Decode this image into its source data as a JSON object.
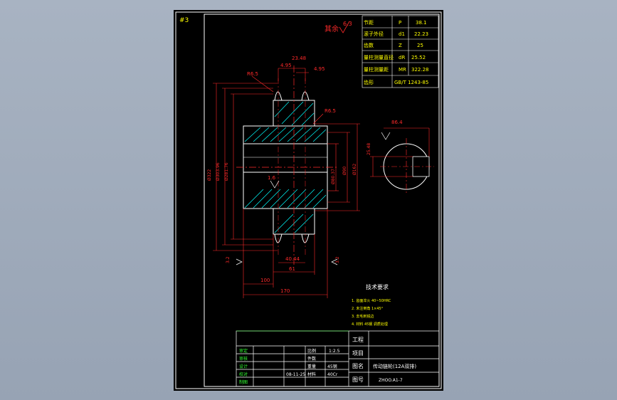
{
  "sheet_code": "#3",
  "roughness_note": "其余",
  "roughness_value": "6.3",
  "spec_table": [
    {
      "name": "节距",
      "sym": "P",
      "val": "38.1"
    },
    {
      "name": "滚子外径",
      "sym": "d1",
      "val": "22.23"
    },
    {
      "name": "齿数",
      "sym": "Z",
      "val": "25"
    },
    {
      "name": "量柱测量直径",
      "sym": "dR",
      "val": "25.52"
    },
    {
      "name": "量柱测量距",
      "sym": "MR",
      "val": "322.28"
    },
    {
      "name": "齿形",
      "sym": "",
      "val": "GB/T 1243-85"
    }
  ],
  "dims": {
    "d_2348": "23.48",
    "d_495a": "4.95",
    "d_495b": "4.95",
    "d_r65": "R6.5",
    "d_r65b": "R6.5",
    "d_left1": "Ø322",
    "d_left2": "Ø303.96",
    "d_left3": "Ø281.76",
    "d_inner1": "Ø80.37",
    "d_inner2": "Ø90",
    "d_inner3": "Ø162",
    "d_4044": "40.44",
    "d_61": "61",
    "d_100": "100",
    "d_170": "170",
    "d_16": "1.6",
    "d_32a": "3.2",
    "d_32b": "3.2",
    "d_key": "86.4",
    "d_keyw": "25.48"
  },
  "tech_title": "技术要求",
  "tech_notes": [
    "1. 齿面淬火 40~50HRC",
    "2. 未注倒角 1×45°",
    "3. 去毛刺锐边",
    "4. 材料 45钢 调质处理"
  ],
  "title_block": {
    "gongcheng": "工程",
    "xiangmu": "项目",
    "tuming_label": "图名",
    "tuming_value": "传动链轮(12A双排)",
    "tuhao_label": "图号",
    "tuhao_value": "ZHOO.A1-7",
    "rows_left": [
      "审定",
      "审核",
      "设计",
      "校对",
      "制图"
    ],
    "scale_label": "比例",
    "scale_value": "1:2.5",
    "mid2": "件数",
    "mid3": "重量",
    "mid3_value": "45钢",
    "mid4": "材料",
    "mid4_value": "40Cr",
    "date_value": "08-11-25"
  }
}
